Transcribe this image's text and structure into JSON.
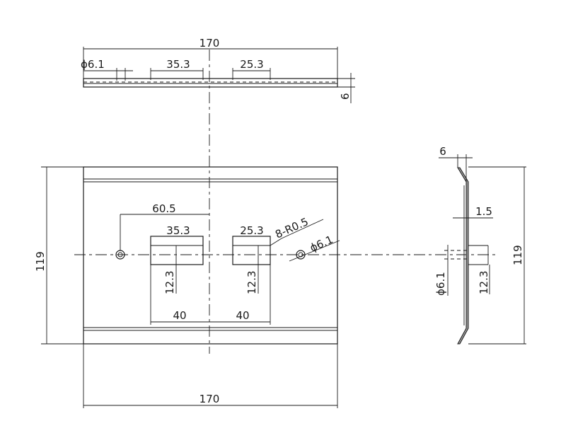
{
  "top_view": {
    "overall_length": "170",
    "hole_diameter": "ϕ6.1",
    "left_slot_width": "35.3",
    "right_slot_width": "25.3",
    "thickness": "6"
  },
  "front_view": {
    "height": "119",
    "hole_offset": "60.5",
    "left_slot_width": "35.3",
    "right_slot_width": "25.3",
    "corner_radius_note": "8-R0.5",
    "hole_diameter": "ϕ6.1",
    "left_slot_height": "12.3",
    "right_slot_height": "12.3",
    "left_pitch": "40",
    "right_pitch": "40",
    "bottom_length": "170"
  },
  "side_view": {
    "thickness": "6",
    "web_thickness": "1.5",
    "hole_diameter": "ϕ6.1",
    "slot_height": "12.3",
    "height": "119"
  }
}
